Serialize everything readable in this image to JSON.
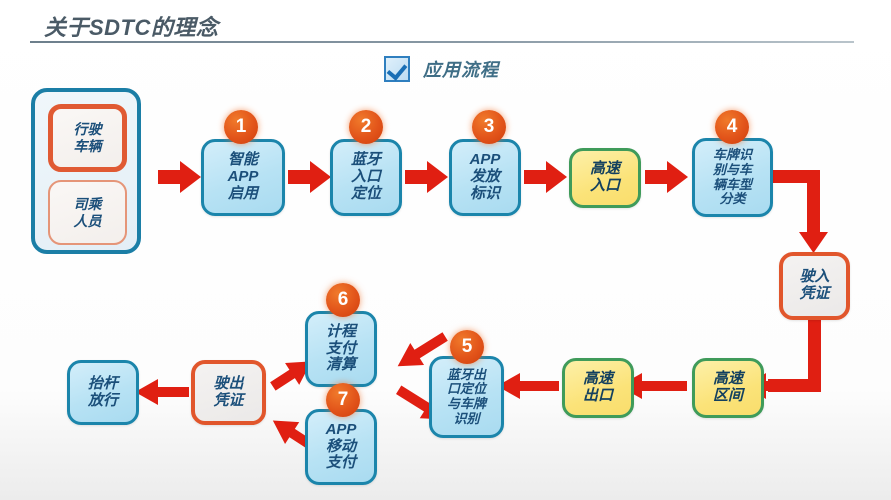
{
  "page": {
    "title": "关于SDTC的理念"
  },
  "legend": {
    "icon": "checkbox-checked-icon",
    "label": "应用流程"
  },
  "left_panel": {
    "name": "actors-panel",
    "items": [
      {
        "label": "行驶车辆",
        "lines": [
          "行驶",
          "车辆"
        ],
        "emphasis": "strong"
      },
      {
        "label": "司乘人员",
        "lines": [
          "司乘",
          "人员"
        ],
        "emphasis": "normal"
      }
    ]
  },
  "nodes": [
    {
      "id": "n1",
      "badge": "1",
      "style": "blue",
      "lines": [
        "智能",
        "APP",
        "启用"
      ]
    },
    {
      "id": "n2",
      "badge": "2",
      "style": "blue",
      "lines": [
        "蓝牙",
        "入口",
        "定位"
      ]
    },
    {
      "id": "n3",
      "badge": "3",
      "style": "blue",
      "lines": [
        "APP",
        "发放",
        "标识"
      ]
    },
    {
      "id": "n4",
      "badge": "",
      "style": "yellow",
      "lines": [
        "高速",
        "入口"
      ]
    },
    {
      "id": "n5",
      "badge": "4",
      "style": "blue",
      "lines": [
        "车牌识",
        "别与车",
        "辆车型",
        "分类"
      ]
    },
    {
      "id": "n6",
      "badge": "",
      "style": "gray",
      "lines": [
        "驶入",
        "凭证"
      ]
    },
    {
      "id": "n7",
      "badge": "",
      "style": "yellow",
      "lines": [
        "高速",
        "区间"
      ]
    },
    {
      "id": "n8",
      "badge": "",
      "style": "yellow",
      "lines": [
        "高速",
        "出口"
      ]
    },
    {
      "id": "n9",
      "badge": "5",
      "style": "blue",
      "lines": [
        "蓝牙出",
        "口定位",
        "与车牌",
        "识别"
      ]
    },
    {
      "id": "n10",
      "badge": "6",
      "style": "blue",
      "lines": [
        "计程",
        "支付",
        "清算"
      ]
    },
    {
      "id": "n11",
      "badge": "7",
      "style": "blue",
      "lines": [
        "APP",
        "移动",
        "支付"
      ]
    },
    {
      "id": "n12",
      "badge": "",
      "style": "gray",
      "lines": [
        "驶出",
        "凭证"
      ]
    },
    {
      "id": "n13",
      "badge": "",
      "style": "blue2",
      "lines": [
        "抬杆",
        "放行"
      ]
    }
  ],
  "colors": {
    "arrow_red": "#e01f12",
    "badge_orange": "#e2541a",
    "node_blue_border": "#1b85ab",
    "node_blue_fill": "#b7e2f4",
    "node_yellow_border": "#3f9b5a",
    "node_yellow_fill": "#fbe379",
    "node_gray_border": "#e1562c",
    "panel_border": "#1b7ea6",
    "title_color": "#4a5a66",
    "legend_color": "#3f6e86"
  }
}
